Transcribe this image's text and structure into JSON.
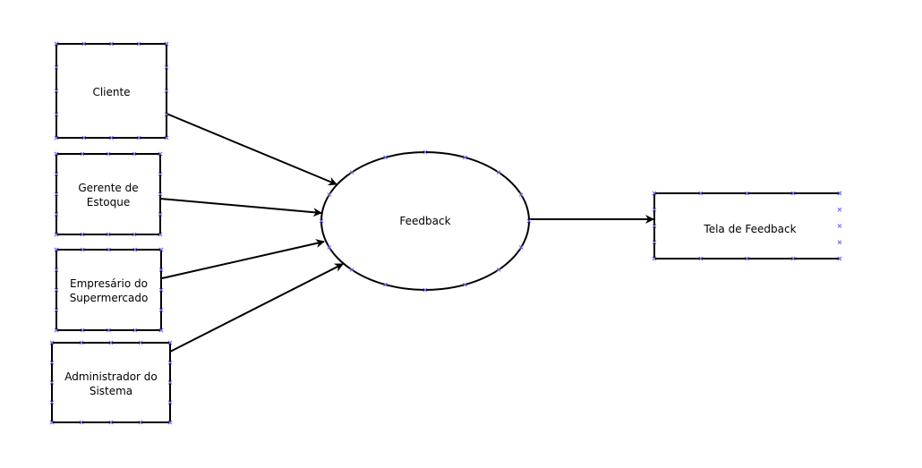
{
  "diagram": {
    "actors": [
      {
        "id": "cliente",
        "lines": [
          "Cliente"
        ]
      },
      {
        "id": "gerente",
        "lines": [
          "Gerente de",
          "Estoque"
        ]
      },
      {
        "id": "empresario",
        "lines": [
          "Empresário do",
          "Supermercado"
        ]
      },
      {
        "id": "administrador",
        "lines": [
          "Administrador do",
          "Sistema"
        ]
      }
    ],
    "process": {
      "label": "Feedback"
    },
    "output": {
      "label": "Tela de Feedback"
    },
    "edges": [
      {
        "from": "cliente",
        "to": "Feedback"
      },
      {
        "from": "gerente",
        "to": "Feedback"
      },
      {
        "from": "empresario",
        "to": "Feedback"
      },
      {
        "from": "administrador",
        "to": "Feedback"
      },
      {
        "from": "Feedback",
        "to": "Tela de Feedback"
      }
    ],
    "colors": {
      "stroke": "#000000",
      "connection_marker": "#6a6af0"
    }
  }
}
